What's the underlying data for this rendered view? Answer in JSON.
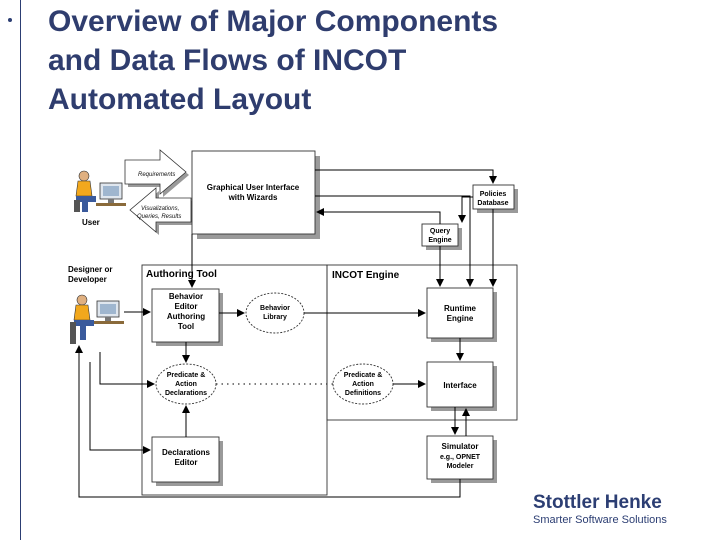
{
  "slide": {
    "title_lines": [
      "Overview of Major Components",
      "and Data Flows of INCOT",
      "Automated Layout"
    ]
  },
  "diagram": {
    "user_label": "User",
    "designer_label_lines": [
      "Designer or",
      "Developer"
    ],
    "requirements_label": "Requirements",
    "visualizations_label_lines": [
      "Visualizations,",
      "Queries, Results"
    ],
    "gui_label_lines": [
      "Graphical User Interface",
      "with Wizards"
    ],
    "policies_label_lines": [
      "Policies",
      "Database"
    ],
    "query_engine_lines": [
      "Query",
      "Engine"
    ],
    "authoring_tool_title": "Authoring Tool",
    "incot_engine_title": "INCOT Engine",
    "behavior_editor_lines": [
      "Behavior",
      "Editor",
      "Authoring",
      "Tool"
    ],
    "behavior_library_lines": [
      "Behavior",
      "Library"
    ],
    "runtime_engine_lines": [
      "Runtime",
      "Engine"
    ],
    "predicate_declarations_lines": [
      "Predicate &",
      "Action",
      "Declarations"
    ],
    "predicate_definitions_lines": [
      "Predicate &",
      "Action",
      "Definitions"
    ],
    "interface_label": "Interface",
    "declarations_editor_lines": [
      "Declarations",
      "Editor"
    ],
    "simulator_lines": [
      "Simulator",
      "e.g., OPNET",
      "Modeler"
    ]
  },
  "logo": {
    "name": "Stottler Henke",
    "tagline": "Smarter Software Solutions"
  },
  "colors": {
    "title": "#2f3d6e",
    "accent": "#2c3e73",
    "box_fill": "#ffffff",
    "shadow": "#9a9a9a",
    "person_shirt": "#f2a81d",
    "person_pants": "#3a5a9c"
  }
}
